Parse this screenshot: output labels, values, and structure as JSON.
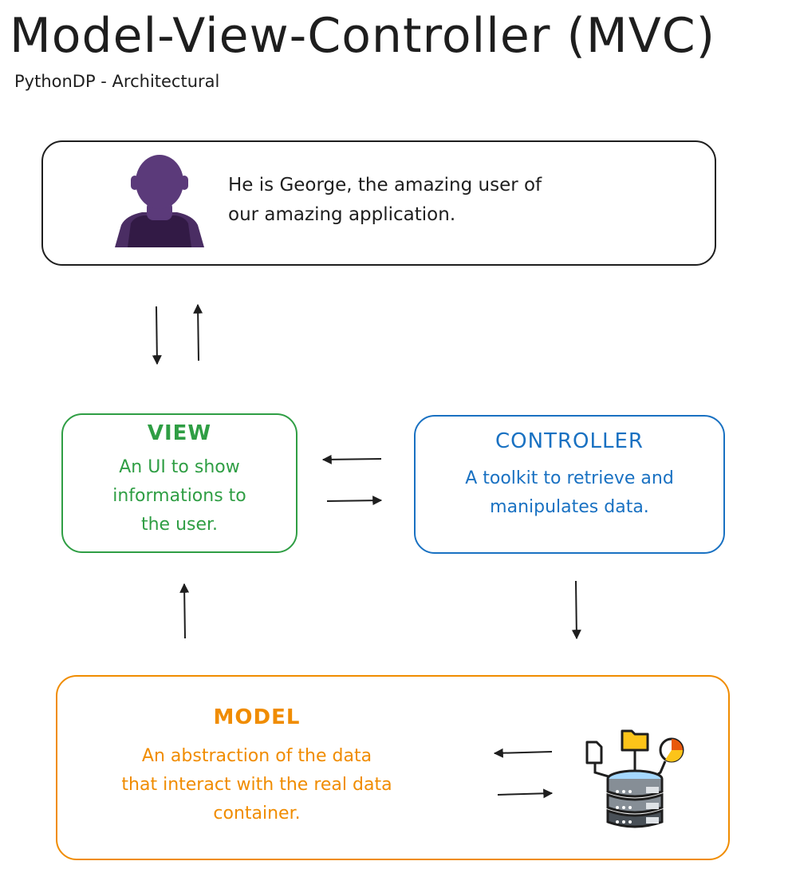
{
  "header": {
    "title": "Model-View-Controller (MVC)",
    "subtitle": "PythonDP - Architectural"
  },
  "user": {
    "description_line1": "He is George, the amazing user of",
    "description_line2": "our amazing application.",
    "icon": "person-avatar-icon"
  },
  "view": {
    "title": "VIEW",
    "line1": "An UI to show",
    "line2": "informations to",
    "line3": "the user.",
    "color": "#2f9e44"
  },
  "controller": {
    "title": "CONTROLLER",
    "line1": "A toolkit to retrieve and",
    "line2": "manipulates data.",
    "color": "#1971c2"
  },
  "model": {
    "title": "MODEL",
    "line1": "An abstraction of the data",
    "line2": "that interact with the real data",
    "line3": "container.",
    "color": "#f08c00",
    "icon": "database-icon"
  }
}
